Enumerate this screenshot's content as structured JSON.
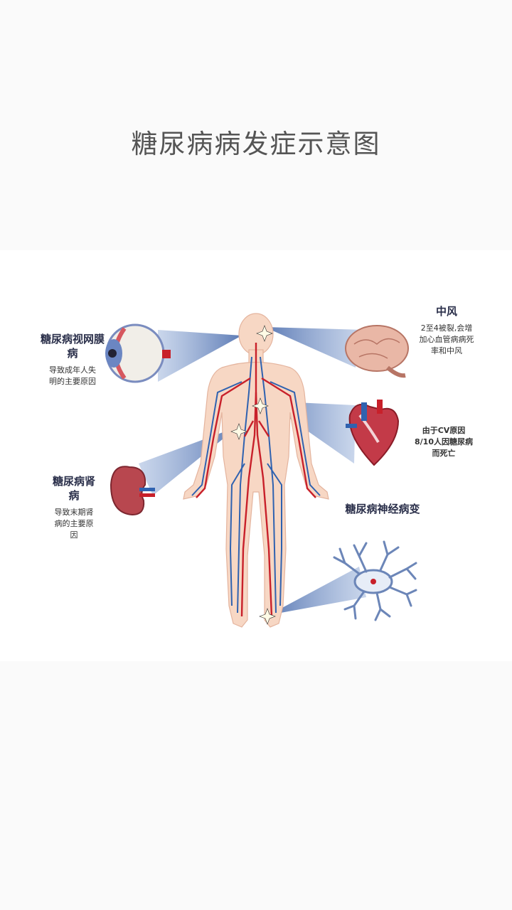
{
  "header": {
    "title": "糖尿病病发症示意图"
  },
  "labels": {
    "retinopathy": {
      "title": "糖尿病视网膜病",
      "desc": "导致成年人失明的主要原因"
    },
    "stroke": {
      "title": "中风",
      "desc": "2至4被裂,会增加心血管病病死率和中风"
    },
    "heart": {
      "desc": "由于CV原因8/10人因糖尿病而死亡"
    },
    "nephropathy": {
      "title": "糖尿病肾病",
      "desc": "导致末期肾病的主要原因"
    },
    "neuropathy": {
      "title": "糖尿病神经病变"
    }
  },
  "colors": {
    "artery": "#c8202a",
    "vein": "#2f62b0",
    "body": "#f7d7c4",
    "beam": "#7d9ac8"
  }
}
